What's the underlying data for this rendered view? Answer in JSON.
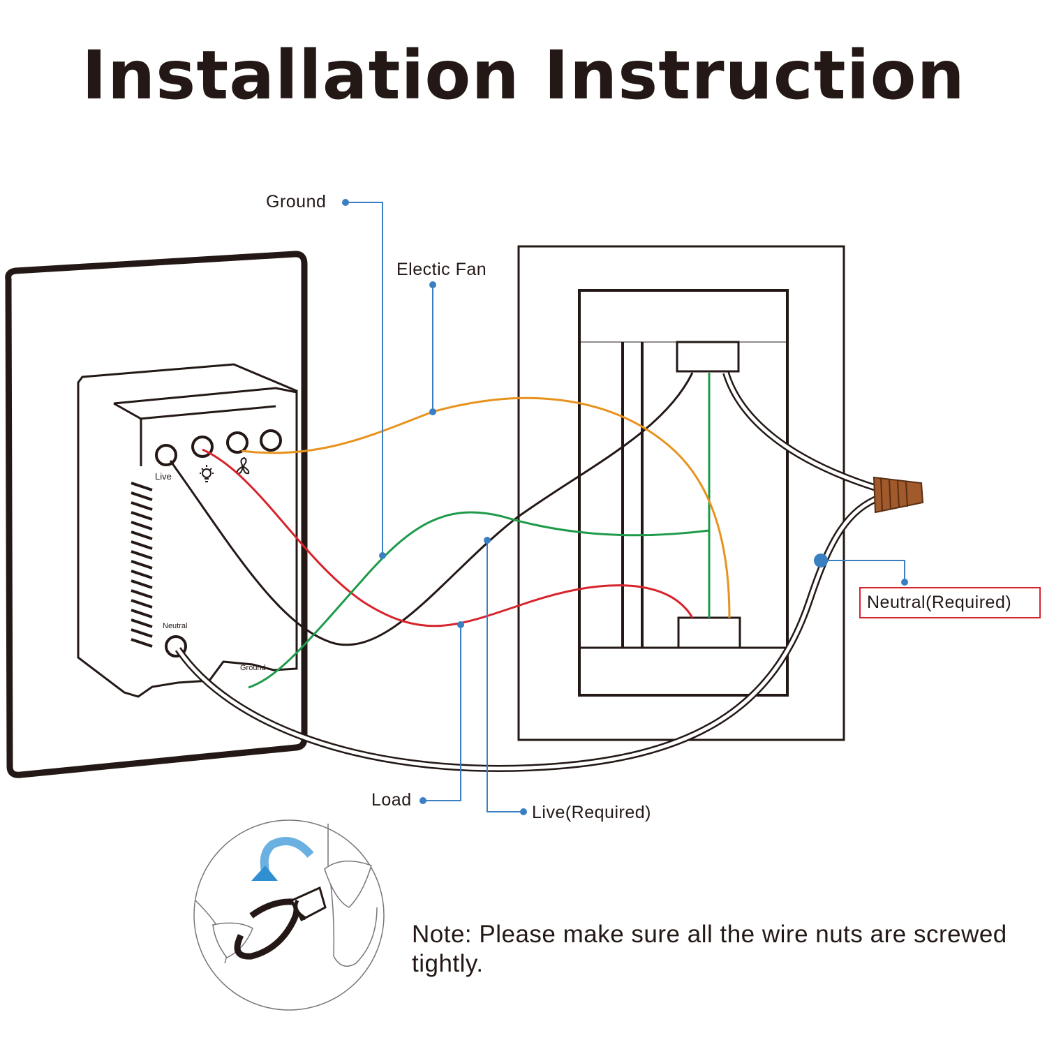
{
  "title": "Installation Instruction",
  "labels": {
    "ground": "Ground",
    "electric_fan": "Electic Fan",
    "neutral_required": "Neutral(Required)",
    "load": "Load",
    "live_required": "Live(Required)"
  },
  "device": {
    "live": "Live",
    "neutral": "Neutral",
    "ground": "Ground"
  },
  "note": "Note: Please make sure all the wire nuts are screwed tightly.",
  "colors": {
    "live_wire": "#231815",
    "load_wire": "#d7232b",
    "ground_wire": "#1e9a4a",
    "fan_wire": "#e8921e",
    "callout": "#3a7fc2",
    "highlight_box": "#d7232b",
    "wire_nut": "#a05a2c"
  }
}
